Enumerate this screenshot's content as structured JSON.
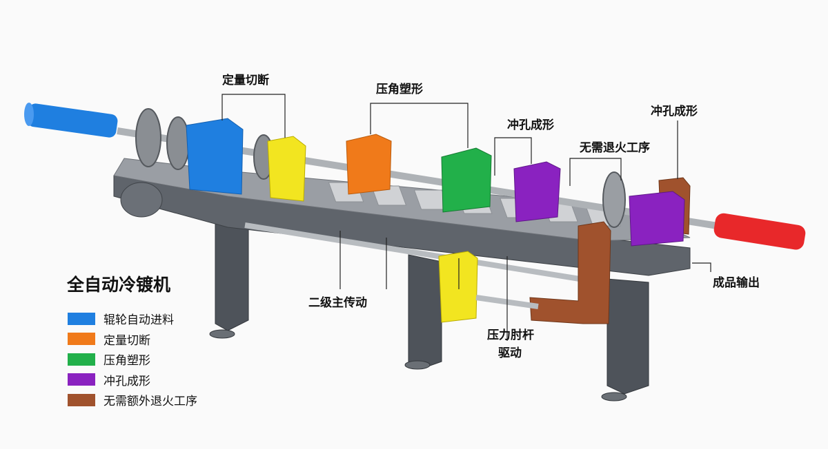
{
  "title": "全自动冷镀机",
  "colors": {
    "feed": "#1f7fe0",
    "cut": "#f07a1a",
    "press": "#22b04a",
    "punch": "#8a22c0",
    "noanneal": "#a0522d",
    "output_rod": "#e8282a",
    "frame": "#5a5f66"
  },
  "legend": [
    {
      "label": "辊轮自动进料",
      "color": "#1f7fe0"
    },
    {
      "label": "定量切断",
      "color": "#f07a1a"
    },
    {
      "label": "压角塑形",
      "color": "#22b04a"
    },
    {
      "label": "冲孔成形",
      "color": "#8a22c0"
    },
    {
      "label": "无需额外退火工序",
      "color": "#a0522d"
    }
  ],
  "callouts": {
    "cut": "定量切断",
    "press": "压角塑形",
    "punch1": "冲孔成形",
    "no_anneal": "无需退火工序",
    "punch2": "冲孔成形",
    "output": "成品输出",
    "secondary_drive": "二级主传动",
    "toggle_drive_1": "压力肘杆",
    "toggle_drive_2": "驱动"
  }
}
